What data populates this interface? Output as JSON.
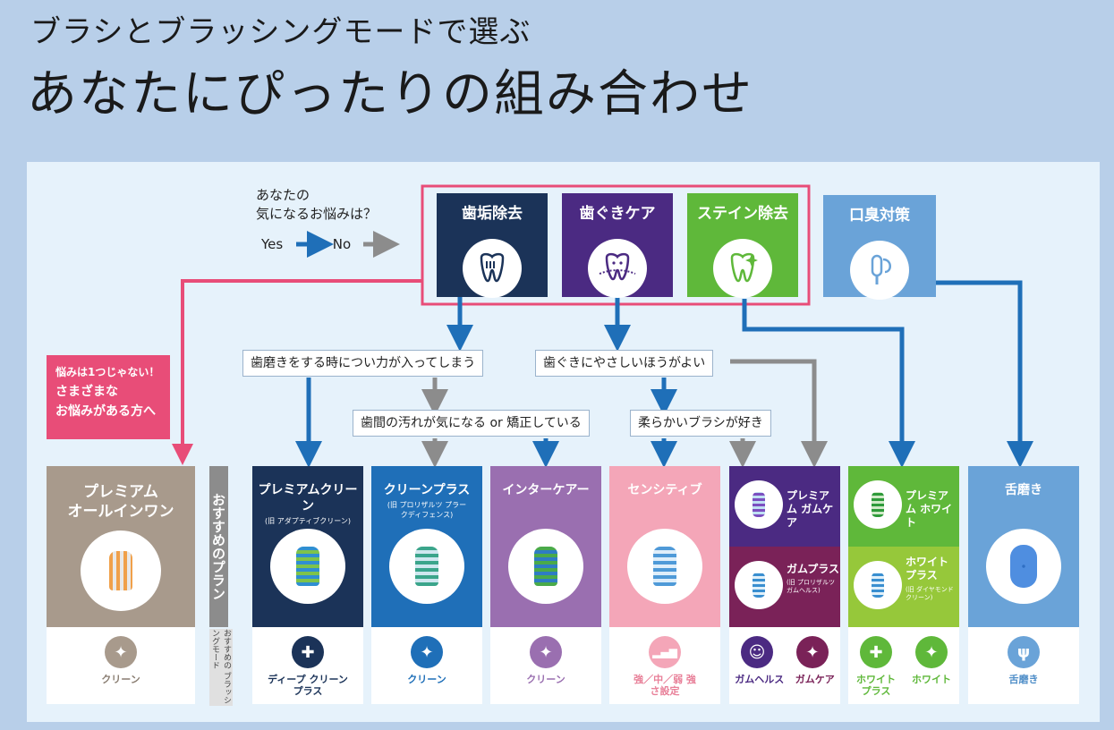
{
  "header": {
    "subtitle": "ブラシとブラッシングモードで選ぶ",
    "title": "あなたにぴったりの組み合わせ"
  },
  "question": {
    "line1": "あなたの",
    "line2": "気になるお悩みは？"
  },
  "legend": {
    "yes": "Yes",
    "no": "No"
  },
  "categories": [
    {
      "label": "歯垢除去",
      "color": "#1b3358",
      "icon": "tooth-plaque-icon"
    },
    {
      "label": "歯ぐきケア",
      "color": "#4b2a82",
      "icon": "tooth-gum-icon"
    },
    {
      "label": "ステイン除去",
      "color": "#5fb83a",
      "icon": "tooth-sparkle-icon"
    },
    {
      "label": "口臭対策",
      "color": "#6aa3d8",
      "icon": "tongue-brush-icon"
    }
  ],
  "notes": {
    "force": "歯磨きをする時につい力が入ってしまう",
    "gentle": "歯ぐきにやさしいほうがよい",
    "interdental": "歯間の汚れが気になる or 矯正している",
    "soft": "柔らかいブラシが好き"
  },
  "multi": {
    "line1": "悩みは1つじゃない！",
    "line2": "さまざまな",
    "line3": "お悩みがある方へ"
  },
  "side_labels": {
    "plan": "おすすめのプラン",
    "mode": "おすすめの ブラッシングモード"
  },
  "columns": [
    {
      "name1": "プレミアム",
      "name2": "オールインワン",
      "sub": "",
      "mode": "クリーン",
      "mode_icon": "tooth-sparkle-icon"
    },
    {
      "name1": "プレミアムクリーン",
      "name2": "",
      "sub": "(旧 アダプティブクリーン)",
      "mode": "ディープ クリーンプラス",
      "mode_icon": "tooth-deep-clean-icon"
    },
    {
      "name1": "クリーンプラス",
      "name2": "",
      "sub": "(旧 プロリザルツ プラークディフェンス)",
      "mode": "クリーン",
      "mode_icon": "tooth-sparkle-icon"
    },
    {
      "name1": "インターケアー",
      "name2": "",
      "sub": "",
      "mode": "クリーン",
      "mode_icon": "tooth-sparkle-icon"
    },
    {
      "name1": "センシティブ",
      "name2": "",
      "sub": "",
      "mode": "強／中／弱 強さ設定",
      "mode_icon": "intensity-bars-icon"
    },
    {
      "top_name": "プレミアム ガムケア",
      "bottom_name": "ガムプラス",
      "bottom_sub": "(旧 プロリザルツ ガムヘルス)",
      "mode_a": "ガムヘルス",
      "mode_b": "ガムケア"
    },
    {
      "top_name": "プレミアム ホワイト",
      "bottom_name": "ホワイト プラス",
      "bottom_sub": "(旧 ダイヤモンド クリーン)",
      "mode_a": "ホワイト プラス",
      "mode_b": "ホワイト"
    },
    {
      "name1": "舌磨き",
      "name2": "",
      "sub": "",
      "mode": "舌磨き",
      "mode_icon": "tongue-brush-icon"
    }
  ],
  "colors": {
    "navy": "#1b3358",
    "purple": "#4b2a82",
    "green": "#5fb83a",
    "skyblue": "#6aa3d8",
    "blue": "#1f6fb8",
    "pink": "#e84d78",
    "arrow_blue": "#1f6fb8",
    "arrow_gray": "#8c8c8c"
  }
}
